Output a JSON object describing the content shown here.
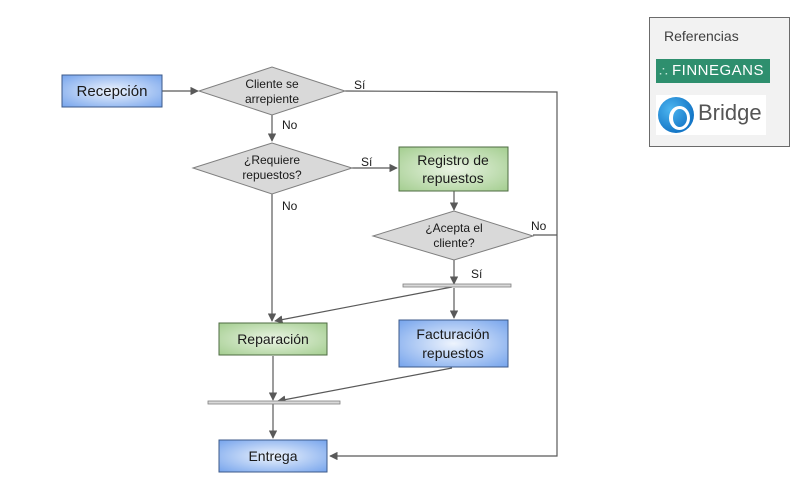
{
  "diagram": {
    "nodes": {
      "recepcion": "Recepción",
      "cliente_arrepiente": [
        "Cliente se",
        "arrepiente"
      ],
      "requiere_repuestos": [
        "¿Requiere",
        "repuestos?"
      ],
      "registro_repuestos": [
        "Registro de",
        "repuestos"
      ],
      "acepta_cliente": [
        "¿Acepta el",
        "cliente?"
      ],
      "reparacion": "Reparación",
      "facturacion_repuestos": [
        "Facturación",
        "repuestos"
      ],
      "entrega": "Entrega"
    },
    "edge_labels": {
      "arrepiente_si": "Sí",
      "arrepiente_no": "No",
      "requiere_si": "Sí",
      "requiere_no": "No",
      "acepta_si": "Sí",
      "acepta_no": "No"
    },
    "colors": {
      "process_blue_light": "#dce8fa",
      "process_blue_dark": "#6d9eeb",
      "process_green_light": "#e3f0da",
      "process_green_dark": "#93c47d",
      "decision_fill": "#d9d9d9",
      "line": "#595959"
    }
  },
  "legend": {
    "title": "Referencias",
    "logos": [
      {
        "name": "FINNEGANS",
        "color": "#2e8f6e"
      },
      {
        "name": "Bridge",
        "color": "#1577c7"
      }
    ]
  }
}
